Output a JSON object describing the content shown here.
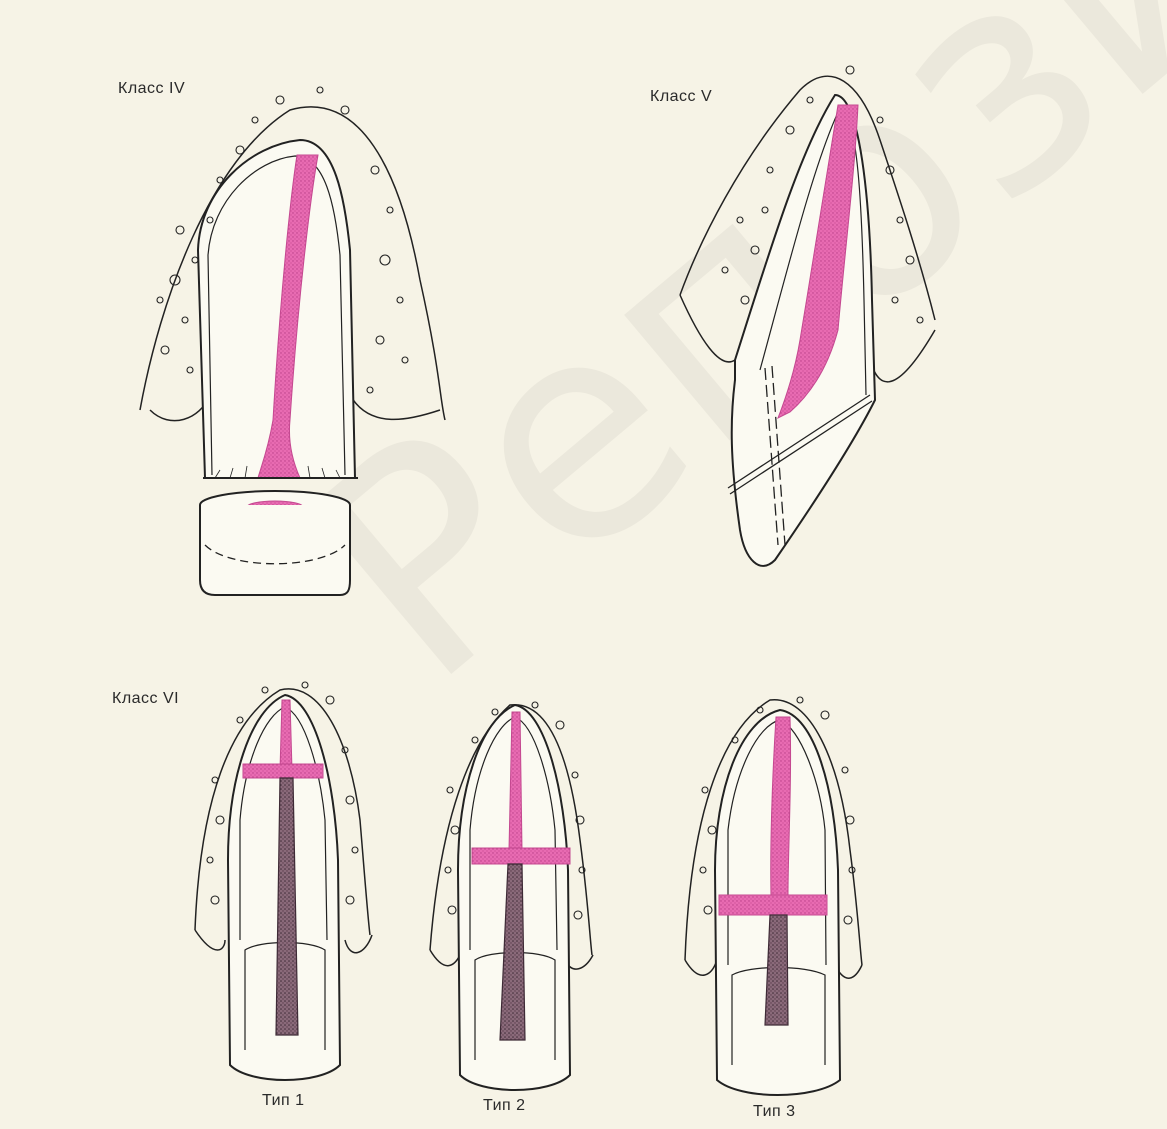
{
  "labels": {
    "class4": "Класс IV",
    "class5": "Класс V",
    "class6": "Класс VI",
    "type1": "Тип 1",
    "type2": "Тип 2",
    "type3": "Тип 3"
  },
  "watermark_text": "Репозиторий БарГУ",
  "colors": {
    "background": "#f6f3e6",
    "outline": "#222222",
    "pulp": "#e15aa8",
    "pulp_dark": "#c44890",
    "dark_canal": "#6b4a5a"
  }
}
